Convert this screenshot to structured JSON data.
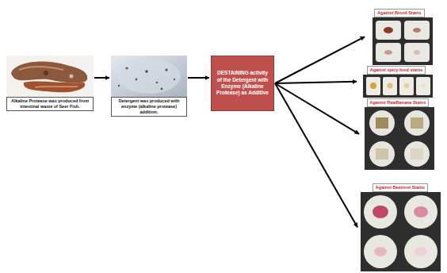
{
  "diagram": {
    "nodes": [
      {
        "text": [
          "Alkaline Protease was produced from intestinal waste of Seer Fish."
        ]
      },
      {
        "text": [
          "Detergent was produced with enzyme (alkaline protease) addition."
        ]
      },
      {
        "text": [
          "DESTAINING activity of the Detergent with Enzyme (Alkaline Protease) as Additive"
        ]
      },
      {
        "text": [
          "Against Blood Stains"
        ]
      },
      {
        "text": [
          "Against spicy food stains"
        ]
      },
      {
        "text": [
          "Against RawBanana Stains"
        ]
      },
      {
        "text": [
          "Against Beetroot Stains"
        ]
      }
    ],
    "edges": [
      {
        "from": 0,
        "to": 1,
        "arrow": "to"
      },
      {
        "from": 1,
        "to": 2,
        "arrow": "to"
      },
      {
        "from": 2,
        "to": 3,
        "arrow": "to"
      },
      {
        "from": 2,
        "to": 4,
        "arrow": "to"
      },
      {
        "from": 2,
        "to": 5,
        "arrow": "to"
      },
      {
        "from": 2,
        "to": 6,
        "arrow": "to"
      }
    ]
  }
}
